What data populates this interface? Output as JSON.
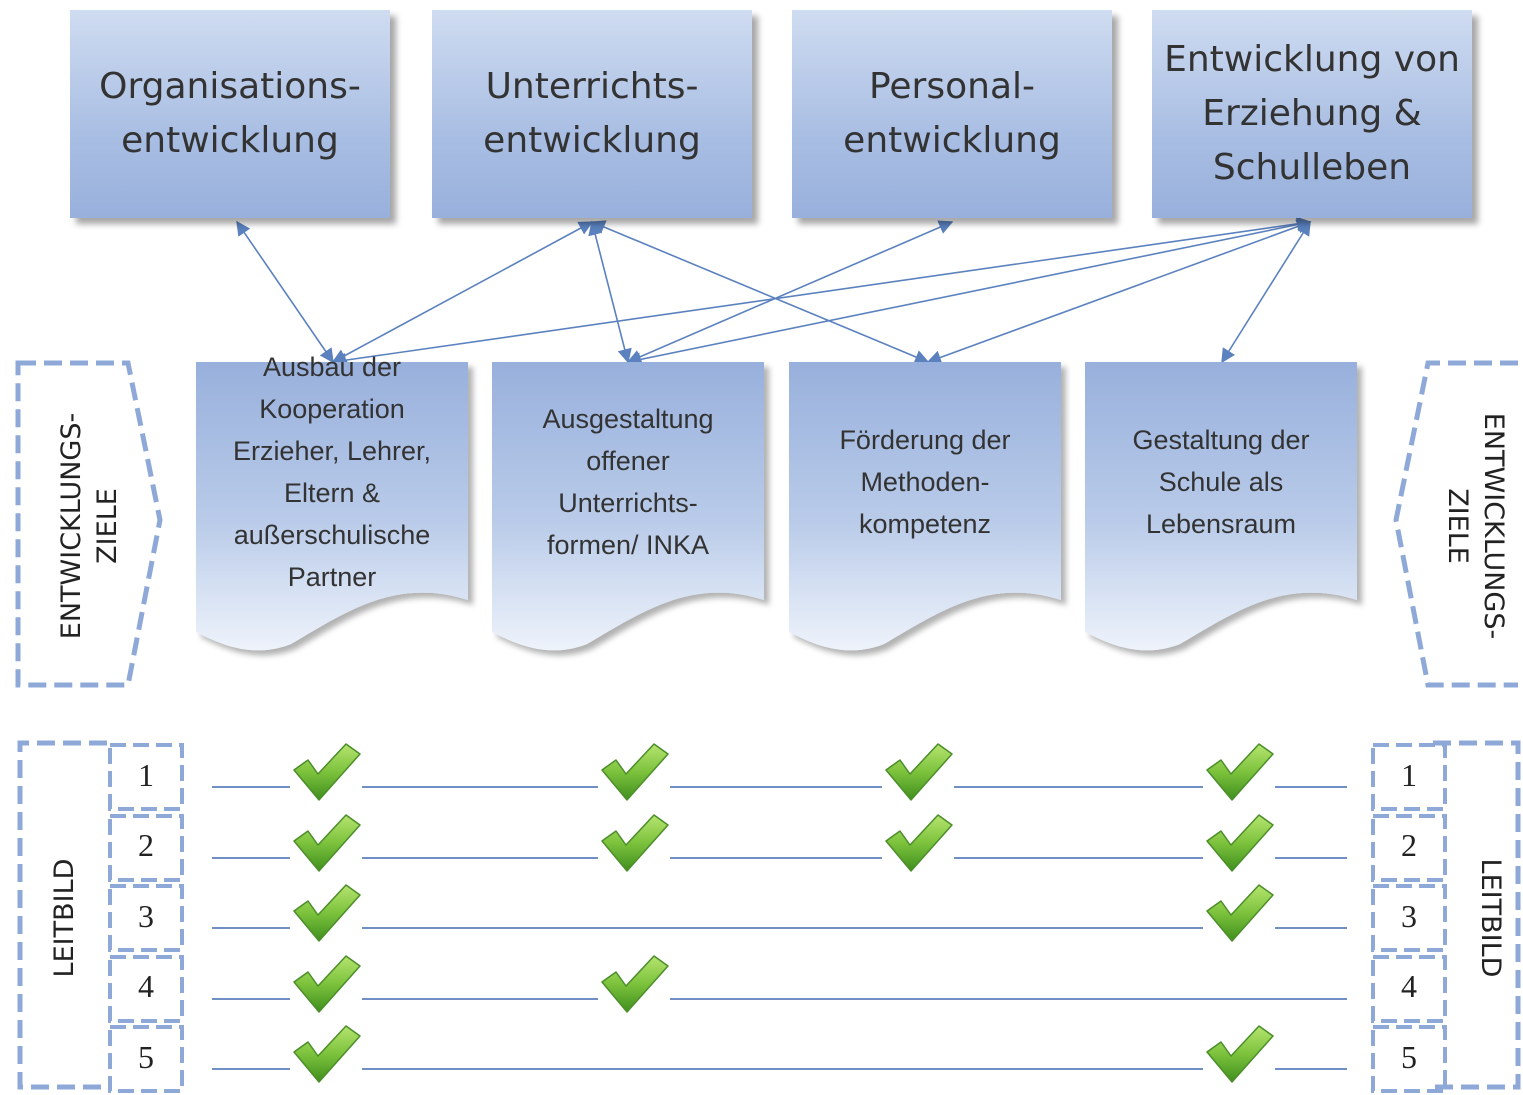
{
  "focus_areas": [
    {
      "line1": "Organisations-",
      "line2": "entwicklung",
      "line3": ""
    },
    {
      "line1": "Unterrichts-",
      "line2": "entwicklung",
      "line3": ""
    },
    {
      "line1": "Personal-",
      "line2": "entwicklung",
      "line3": ""
    },
    {
      "line1": "Entwicklung von",
      "line2": "Erziehung &",
      "line3": "Schulleben"
    }
  ],
  "goals": [
    {
      "lines": [
        "Ausbau der",
        "Kooperation",
        "Erzieher, Lehrer,",
        "Eltern &",
        "außerschulische",
        "Partner"
      ]
    },
    {
      "lines": [
        "Ausgestaltung",
        "offener",
        "Unterrichts-",
        "formen/ INKA"
      ]
    },
    {
      "lines": [
        "Förderung der",
        "Methoden-",
        "kompetenz"
      ]
    },
    {
      "lines": [
        "Gestaltung der",
        "Schule als",
        "Lebensraum"
      ]
    }
  ],
  "side_labels": {
    "goals_line1": "ENTWICKLUNGS-",
    "goals_line2": "ZIELE",
    "mission": "LEITBILD"
  },
  "mission_rows": [
    {
      "number": "1",
      "checks": [
        true,
        true,
        true,
        true
      ]
    },
    {
      "number": "2",
      "checks": [
        true,
        true,
        true,
        true
      ]
    },
    {
      "number": "3",
      "checks": [
        true,
        false,
        false,
        true
      ]
    },
    {
      "number": "4",
      "checks": [
        true,
        true,
        false,
        false
      ]
    },
    {
      "number": "5",
      "checks": [
        true,
        false,
        false,
        true
      ]
    }
  ],
  "connections": [
    {
      "area": 0,
      "goal": 0
    },
    {
      "area": 1,
      "goal": 0
    },
    {
      "area": 1,
      "goal": 1
    },
    {
      "area": 1,
      "goal": 2
    },
    {
      "area": 2,
      "goal": 1
    },
    {
      "area": 3,
      "goal": 0
    },
    {
      "area": 3,
      "goal": 1
    },
    {
      "area": 3,
      "goal": 2
    },
    {
      "area": 3,
      "goal": 3
    }
  ],
  "colors": {
    "box_top": "#cfdcf1",
    "box_bottom": "#98b0dc",
    "arrow": "#5b82bf",
    "row_line": "#6f8fc5",
    "dash": "#8ea9d8",
    "check_light": "#8fd14f",
    "check_dark": "#3f8f1e"
  }
}
